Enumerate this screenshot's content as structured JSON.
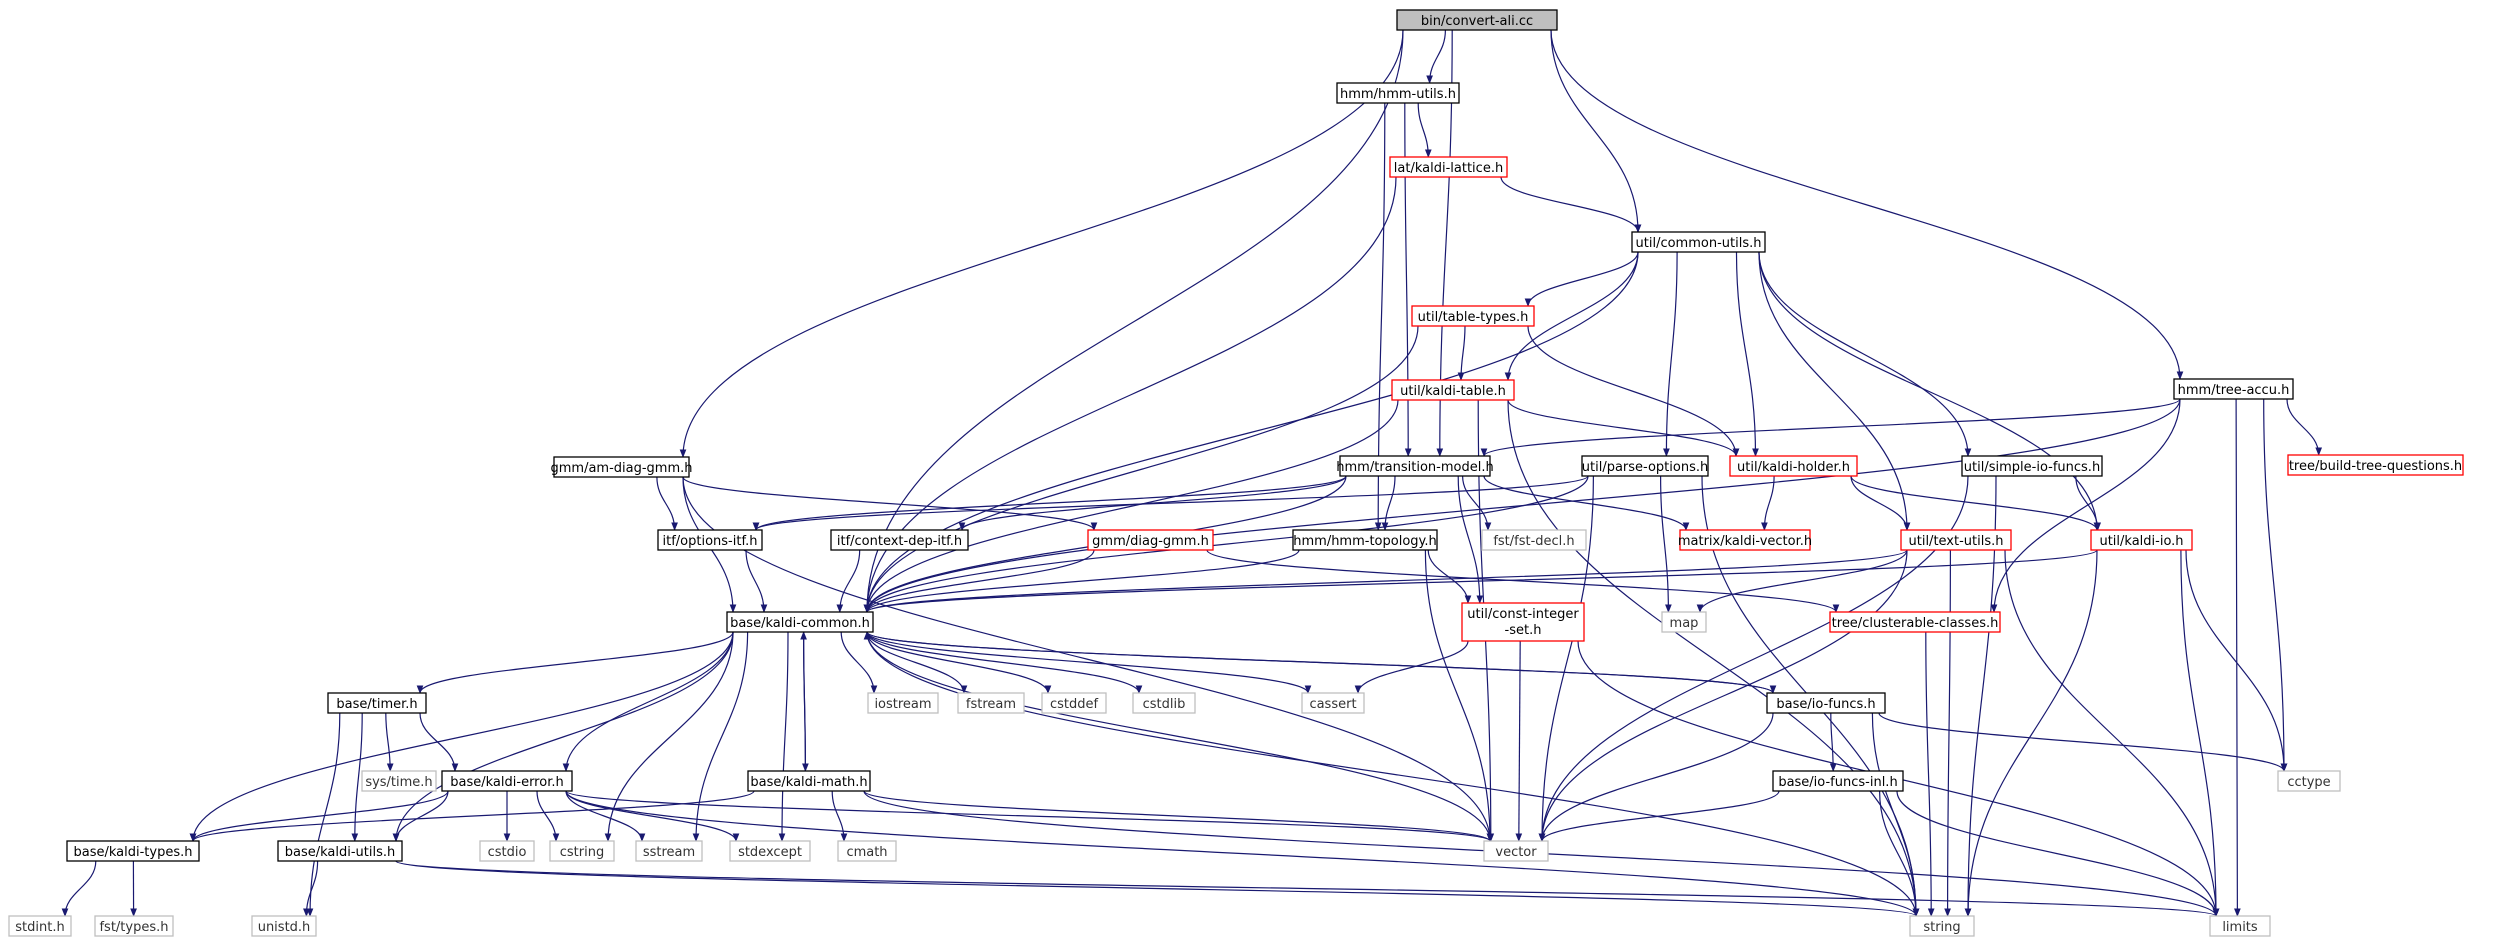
{
  "nodes": [
    {
      "id": "root",
      "label": "bin/convert-ali.cc",
      "kind": "root"
    },
    {
      "id": "hmmutils",
      "label": "hmm/hmm-utils.h",
      "kind": "black"
    },
    {
      "id": "latkaldi",
      "label": "lat/kaldi-lattice.h",
      "kind": "red"
    },
    {
      "id": "commonutils",
      "label": "util/common-utils.h",
      "kind": "black"
    },
    {
      "id": "tabletypes",
      "label": "util/table-types.h",
      "kind": "red"
    },
    {
      "id": "kalditable",
      "label": "util/kaldi-table.h",
      "kind": "red"
    },
    {
      "id": "treeaccu",
      "label": "hmm/tree-accu.h",
      "kind": "black"
    },
    {
      "id": "buildtree",
      "label": "tree/build-tree-questions.h",
      "kind": "red"
    },
    {
      "id": "amdiag",
      "label": "gmm/am-diag-gmm.h",
      "kind": "black"
    },
    {
      "id": "transmodel",
      "label": "hmm/transition-model.h",
      "kind": "black"
    },
    {
      "id": "parseopts",
      "label": "util/parse-options.h",
      "kind": "black"
    },
    {
      "id": "kaldiholder",
      "label": "util/kaldi-holder.h",
      "kind": "red"
    },
    {
      "id": "simpleio",
      "label": "util/simple-io-funcs.h",
      "kind": "black"
    },
    {
      "id": "optionsitf",
      "label": "itf/options-itf.h",
      "kind": "black"
    },
    {
      "id": "contextdep",
      "label": "itf/context-dep-itf.h",
      "kind": "black"
    },
    {
      "id": "diaggmm",
      "label": "gmm/diag-gmm.h",
      "kind": "red"
    },
    {
      "id": "hmmtopo",
      "label": "hmm/hmm-topology.h",
      "kind": "black"
    },
    {
      "id": "fstdecl",
      "label": "fst/fst-decl.h",
      "kind": "gray"
    },
    {
      "id": "kaldivector",
      "label": "matrix/kaldi-vector.h",
      "kind": "red"
    },
    {
      "id": "textutils",
      "label": "util/text-utils.h",
      "kind": "red"
    },
    {
      "id": "kaldiio",
      "label": "util/kaldi-io.h",
      "kind": "red"
    },
    {
      "id": "kaldicommon",
      "label": "base/kaldi-common.h",
      "kind": "black"
    },
    {
      "id": "constint",
      "label": "util/const-integer-set.h",
      "kind": "red"
    },
    {
      "id": "map",
      "label": "map",
      "kind": "gray"
    },
    {
      "id": "clusterable",
      "label": "tree/clusterable-classes.h",
      "kind": "red"
    },
    {
      "id": "timer",
      "label": "base/timer.h",
      "kind": "black"
    },
    {
      "id": "iostream",
      "label": "iostream",
      "kind": "gray"
    },
    {
      "id": "fstream",
      "label": "fstream",
      "kind": "gray"
    },
    {
      "id": "cstddef",
      "label": "cstddef",
      "kind": "gray"
    },
    {
      "id": "cstdlib",
      "label": "cstdlib",
      "kind": "gray"
    },
    {
      "id": "cassert",
      "label": "cassert",
      "kind": "gray"
    },
    {
      "id": "iofuncs",
      "label": "base/io-funcs.h",
      "kind": "black"
    },
    {
      "id": "systime",
      "label": "sys/time.h",
      "kind": "gray"
    },
    {
      "id": "kaldierror",
      "label": "base/kaldi-error.h",
      "kind": "black"
    },
    {
      "id": "kaldimath",
      "label": "base/kaldi-math.h",
      "kind": "black"
    },
    {
      "id": "iofuncsinl",
      "label": "base/io-funcs-inl.h",
      "kind": "black"
    },
    {
      "id": "cctype",
      "label": "cctype",
      "kind": "gray"
    },
    {
      "id": "kalditypes",
      "label": "base/kaldi-types.h",
      "kind": "black"
    },
    {
      "id": "kaldiutils",
      "label": "base/kaldi-utils.h",
      "kind": "black"
    },
    {
      "id": "cstdio",
      "label": "cstdio",
      "kind": "gray"
    },
    {
      "id": "cstring",
      "label": "cstring",
      "kind": "gray"
    },
    {
      "id": "sstream",
      "label": "sstream",
      "kind": "gray"
    },
    {
      "id": "stdexcept",
      "label": "stdexcept",
      "kind": "gray"
    },
    {
      "id": "cmath",
      "label": "cmath",
      "kind": "gray"
    },
    {
      "id": "vector",
      "label": "vector",
      "kind": "gray"
    },
    {
      "id": "stdint",
      "label": "stdint.h",
      "kind": "gray"
    },
    {
      "id": "fsttypes",
      "label": "fst/types.h",
      "kind": "gray"
    },
    {
      "id": "unistd",
      "label": "unistd.h",
      "kind": "gray"
    },
    {
      "id": "string",
      "label": "string",
      "kind": "gray"
    },
    {
      "id": "limits",
      "label": "limits",
      "kind": "gray"
    }
  ],
  "edges": [
    [
      "root",
      "hmmutils"
    ],
    [
      "root",
      "commonutils"
    ],
    [
      "root",
      "treeaccu"
    ],
    [
      "root",
      "amdiag"
    ],
    [
      "root",
      "transmodel"
    ],
    [
      "root",
      "kaldicommon"
    ],
    [
      "hmmutils",
      "latkaldi"
    ],
    [
      "hmmutils",
      "transmodel"
    ],
    [
      "hmmutils",
      "hmmtopo"
    ],
    [
      "latkaldi",
      "commonutils"
    ],
    [
      "latkaldi",
      "kaldicommon"
    ],
    [
      "commonutils",
      "tabletypes"
    ],
    [
      "commonutils",
      "kalditable"
    ],
    [
      "commonutils",
      "parseopts"
    ],
    [
      "commonutils",
      "kaldiholder"
    ],
    [
      "commonutils",
      "simpleio"
    ],
    [
      "commonutils",
      "textutils"
    ],
    [
      "commonutils",
      "kaldiio"
    ],
    [
      "commonutils",
      "kaldicommon"
    ],
    [
      "tabletypes",
      "kalditable"
    ],
    [
      "tabletypes",
      "kaldiholder"
    ],
    [
      "tabletypes",
      "kaldicommon"
    ],
    [
      "kalditable",
      "kaldiholder"
    ],
    [
      "kalditable",
      "kaldicommon"
    ],
    [
      "kalditable",
      "vector"
    ],
    [
      "kalditable",
      "string"
    ],
    [
      "treeaccu",
      "buildtree"
    ],
    [
      "treeaccu",
      "clusterable"
    ],
    [
      "treeaccu",
      "transmodel"
    ],
    [
      "treeaccu",
      "cctype"
    ],
    [
      "treeaccu",
      "limits"
    ],
    [
      "treeaccu",
      "kaldicommon"
    ],
    [
      "amdiag",
      "optionsitf"
    ],
    [
      "amdiag",
      "diaggmm"
    ],
    [
      "amdiag",
      "kaldicommon"
    ],
    [
      "amdiag",
      "vector"
    ],
    [
      "transmodel",
      "optionsitf"
    ],
    [
      "transmodel",
      "contextdep"
    ],
    [
      "transmodel",
      "hmmtopo"
    ],
    [
      "transmodel",
      "fstdecl"
    ],
    [
      "transmodel",
      "kaldivector"
    ],
    [
      "transmodel",
      "constint"
    ],
    [
      "transmodel",
      "kaldicommon"
    ],
    [
      "parseopts",
      "optionsitf"
    ],
    [
      "parseopts",
      "kaldicommon"
    ],
    [
      "parseopts",
      "map"
    ],
    [
      "parseopts",
      "vector"
    ],
    [
      "parseopts",
      "string"
    ],
    [
      "kaldiholder",
      "kaldivector"
    ],
    [
      "kaldiholder",
      "textutils"
    ],
    [
      "kaldiholder",
      "kaldiio"
    ],
    [
      "simpleio",
      "kaldiio"
    ],
    [
      "simpleio",
      "vector"
    ],
    [
      "simpleio",
      "string"
    ],
    [
      "optionsitf",
      "kaldicommon"
    ],
    [
      "contextdep",
      "kaldicommon"
    ],
    [
      "diaggmm",
      "kaldicommon"
    ],
    [
      "diaggmm",
      "clusterable"
    ],
    [
      "hmmtopo",
      "kaldicommon"
    ],
    [
      "hmmtopo",
      "constint"
    ],
    [
      "hmmtopo",
      "vector"
    ],
    [
      "textutils",
      "kaldicommon"
    ],
    [
      "textutils",
      "map"
    ],
    [
      "textutils",
      "vector"
    ],
    [
      "textutils",
      "string"
    ],
    [
      "textutils",
      "limits"
    ],
    [
      "kaldiio",
      "kaldicommon"
    ],
    [
      "kaldiio",
      "cctype"
    ],
    [
      "kaldiio",
      "limits"
    ],
    [
      "kaldiio",
      "string"
    ],
    [
      "constint",
      "cassert"
    ],
    [
      "constint",
      "vector"
    ],
    [
      "constint",
      "limits"
    ],
    [
      "clusterable",
      "string"
    ],
    [
      "kaldicommon",
      "timer"
    ],
    [
      "kaldicommon",
      "iostream"
    ],
    [
      "kaldicommon",
      "fstream"
    ],
    [
      "kaldicommon",
      "cstddef"
    ],
    [
      "kaldicommon",
      "cstdlib"
    ],
    [
      "kaldicommon",
      "cassert"
    ],
    [
      "kaldicommon",
      "iofuncs"
    ],
    [
      "kaldicommon",
      "kaldierror"
    ],
    [
      "kaldicommon",
      "kaldimath"
    ],
    [
      "kaldicommon",
      "kalditypes"
    ],
    [
      "kaldicommon",
      "kaldiutils"
    ],
    [
      "kaldicommon",
      "cstring"
    ],
    [
      "kaldicommon",
      "sstream"
    ],
    [
      "kaldicommon",
      "stdexcept"
    ],
    [
      "kaldicommon",
      "vector"
    ],
    [
      "kaldicommon",
      "string"
    ],
    [
      "timer",
      "systime"
    ],
    [
      "timer",
      "kaldierror"
    ],
    [
      "timer",
      "kaldiutils"
    ],
    [
      "timer",
      "unistd"
    ],
    [
      "iofuncs",
      "iofuncsinl"
    ],
    [
      "iofuncs",
      "cctype"
    ],
    [
      "iofuncs",
      "vector"
    ],
    [
      "iofuncs",
      "string"
    ],
    [
      "iofuncs",
      "kaldicommon"
    ],
    [
      "iofuncsinl",
      "vector"
    ],
    [
      "iofuncsinl",
      "string"
    ],
    [
      "iofuncsinl",
      "limits"
    ],
    [
      "kaldierror",
      "kalditypes"
    ],
    [
      "kaldierror",
      "kaldiutils"
    ],
    [
      "kaldierror",
      "cstdio"
    ],
    [
      "kaldierror",
      "cstring"
    ],
    [
      "kaldierror",
      "sstream"
    ],
    [
      "kaldierror",
      "stdexcept"
    ],
    [
      "kaldierror",
      "vector"
    ],
    [
      "kaldierror",
      "string"
    ],
    [
      "kaldimath",
      "kalditypes"
    ],
    [
      "kaldimath",
      "cmath"
    ],
    [
      "kaldimath",
      "vector"
    ],
    [
      "kaldimath",
      "limits"
    ],
    [
      "kaldimath",
      "kaldicommon"
    ],
    [
      "kalditypes",
      "stdint"
    ],
    [
      "kalditypes",
      "fsttypes"
    ],
    [
      "kaldiutils",
      "unistd"
    ],
    [
      "kaldiutils",
      "string"
    ],
    [
      "kaldiutils",
      "limits"
    ]
  ],
  "colors": {
    "edge": "#191970",
    "black_border": "#000000",
    "red_border": "#ff0000",
    "gray_border": "#bfbfbf",
    "root_fill": "#bfbfbf"
  }
}
